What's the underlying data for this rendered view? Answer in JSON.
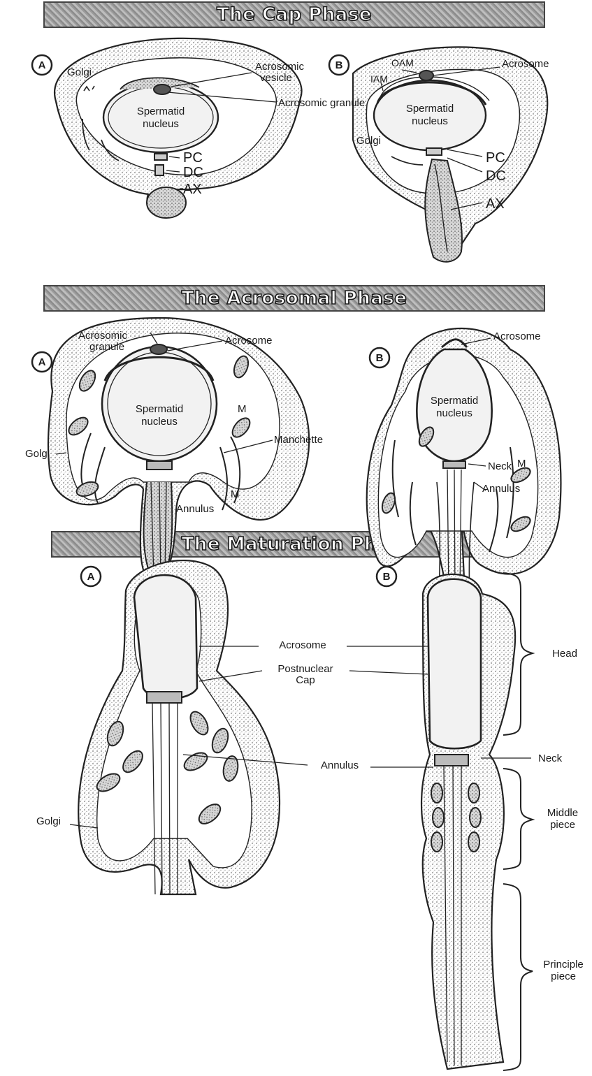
{
  "sections": {
    "cap": {
      "title": "The Cap Phase",
      "panel_a": "A",
      "panel_b": "B",
      "labels_a": {
        "golgi": "Golgi",
        "acrosomic_vesicle": [
          "Acrosomic",
          "vesicle"
        ],
        "nucleus": [
          "Spermatid",
          "nucleus"
        ],
        "acrosomic_granule": "Acrosomic granule",
        "pc": "PC",
        "dc": "DC",
        "ax": "AX"
      },
      "labels_b": {
        "oam": "OAM",
        "iam": "IAM",
        "acrosome": "Acrosome",
        "golgi": "Golgi",
        "nucleus": [
          "Spermatid",
          "nucleus"
        ],
        "pc": "PC",
        "dc": "DC",
        "ax": "AX"
      }
    },
    "acrosomal": {
      "title": "The Acrosomal Phase",
      "panel_a": "A",
      "panel_b": "B",
      "labels_a": {
        "acrosomic_granule": [
          "Acrosomic",
          "granule"
        ],
        "acrosome": "Acrosome",
        "nucleus": [
          "Spermatid",
          "nucleus"
        ],
        "m1": "M",
        "m2": "M",
        "manchette": "Manchette",
        "golgi": "Golgi",
        "annulus": "Annulus"
      },
      "labels_b": {
        "acrosome": "Acrosome",
        "nucleus": [
          "Spermatid",
          "nucleus"
        ],
        "neck": "Neck",
        "m": "M",
        "annulus": "Annulus"
      }
    },
    "maturation": {
      "title": "The Maturation Phase",
      "panel_a": "A",
      "panel_b": "B",
      "labels": {
        "acrosome": "Acrosome",
        "postnuclear_cap": [
          "Postnuclear",
          "Cap"
        ],
        "annulus": "Annulus",
        "golgi": "Golgi"
      },
      "regions": {
        "head": "Head",
        "neck": "Neck",
        "middle_piece": [
          "Middle",
          "piece"
        ],
        "principle_piece": [
          "Principle",
          "piece"
        ]
      }
    }
  },
  "colors": {
    "stipple": "#dcdcdc",
    "line": "#222222",
    "nucleus_fill": "#f2f2f2"
  }
}
